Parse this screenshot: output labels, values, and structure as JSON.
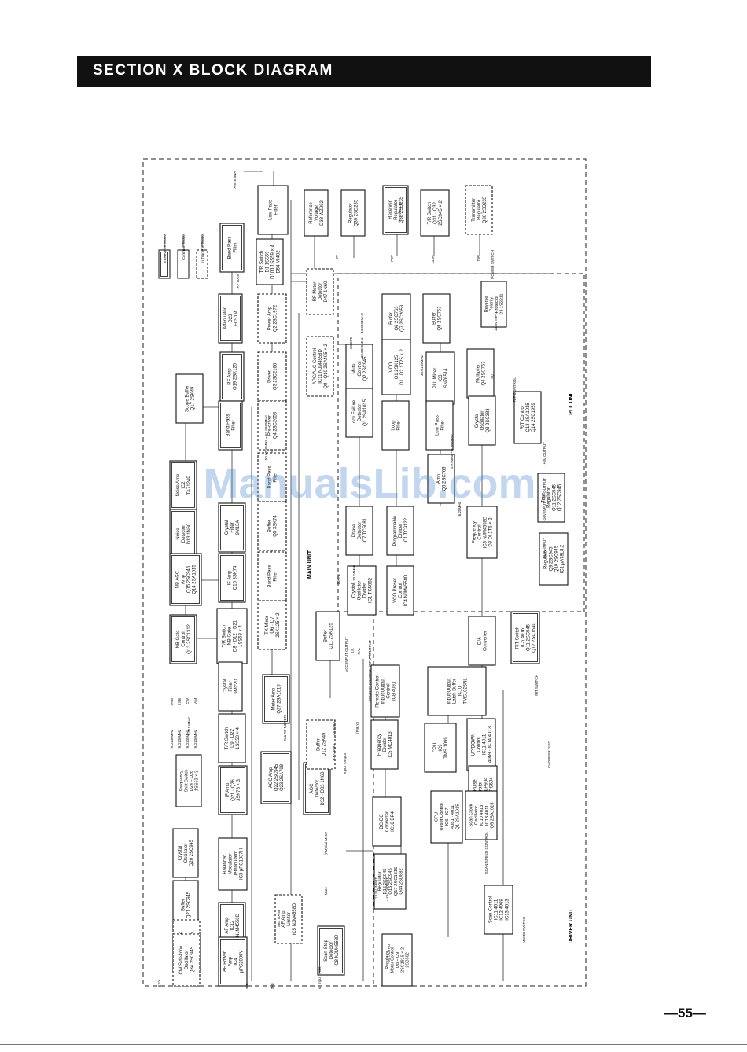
{
  "header": {
    "title": "SECTION  X  BLOCK DIAGRAM"
  },
  "page_number": "—55—",
  "watermark": "ManualsLib.com",
  "legend": [
    {
      "label": "In Receive Mode",
      "style": "double"
    },
    {
      "label": "Common Mode",
      "style": "solid"
    },
    {
      "label": "In Transmit Mode",
      "style": "dashed"
    }
  ],
  "sections": [
    "MAIN UNIT",
    "PLL UNIT",
    "DRIVER UNIT"
  ],
  "blocks": [
    {
      "lines": [
        "Low Pass",
        "Filter"
      ],
      "style": "solid"
    },
    {
      "lines": [
        "Reference",
        "Voltage",
        "D38 WZ092"
      ],
      "style": "solid"
    },
    {
      "lines": [
        "Regulator",
        "Q39 2SD235"
      ],
      "style": "solid"
    },
    {
      "lines": [
        "Receiver",
        "Regulator",
        "Q38 2SD235"
      ],
      "style": "double"
    },
    {
      "lines": [
        "T/R Switch",
        "Q31 · Q32",
        "2SC945 × 2"
      ],
      "style": "solid"
    },
    {
      "lines": [
        "Transmitter",
        "Regulator",
        "Q30 2SD235"
      ],
      "style": "dashed"
    },
    {
      "lines": [
        "Reverse",
        "Polarity",
        "Protector",
        "D3 1S2211"
      ],
      "style": "solid"
    },
    {
      "lines": [
        "Band Pass",
        "Filter"
      ],
      "style": "double"
    },
    {
      "lines": [
        "T/R Switch",
        "D1 1SS59",
        "D100 1SS59 × 4",
        "D54 MI402"
      ],
      "style": "solid"
    },
    {
      "lines": [
        "RF Meter",
        "Detector",
        "D47 1N60"
      ],
      "style": "dashed"
    },
    {
      "lines": [
        "Attenuator",
        "D23",
        "FC51M"
      ],
      "style": "double"
    },
    {
      "lines": [
        "Power Amp",
        "Q2 2SC1972"
      ],
      "style": "dashed"
    },
    {
      "lines": [
        "APC/ALC Control",
        "IC11 NJM4558D",
        "Q8 · Q10 2SA495 × 2"
      ],
      "style": "dashed"
    },
    {
      "lines": [
        "RF Amp",
        "Q19 2SK125"
      ],
      "style": "double"
    },
    {
      "lines": [
        "Driver",
        "Q3 2SC2166"
      ],
      "style": "dashed"
    },
    {
      "lines": [
        "Scope Buffer",
        "Q17 2SK49"
      ],
      "style": "solid"
    },
    {
      "lines": [
        "Band Pass",
        "Filter"
      ],
      "style": "double"
    },
    {
      "lines": [
        "Pre-driver",
        "Q4 2SC2053"
      ],
      "style": "dashed"
    },
    {
      "lines": [
        "Noise Amp",
        "IC2",
        "TA7124P"
      ],
      "style": "double"
    },
    {
      "lines": [
        "Noise",
        "Detector",
        "D13 1N60"
      ],
      "style": "double"
    },
    {
      "lines": [
        "NB AGC",
        "Amp",
        "Q15 2SC945",
        "Q14 2SA1015"
      ],
      "style": "double"
    },
    {
      "lines": [
        "NB Gate",
        "Control",
        "Q13 2SC1312"
      ],
      "style": "double"
    },
    {
      "lines": [
        "Crystal",
        "Filter",
        "9M15A"
      ],
      "style": "double"
    },
    {
      "lines": [
        "IF Amp",
        "Q16 3SK74"
      ],
      "style": "double"
    },
    {
      "lines": [
        "T/R Switch",
        "NB Gate",
        "D8 · D12 · D21",
        "1SS53 × 4"
      ],
      "style": "solid"
    },
    {
      "lines": [
        "Band Pass",
        "Filter"
      ],
      "style": "dashed"
    },
    {
      "lines": [
        "Buffer",
        "Q5 3SK74"
      ],
      "style": "dashed"
    },
    {
      "lines": [
        "Band Pass",
        "Filter"
      ],
      "style": "dashed"
    },
    {
      "lines": [
        "TX Mixer",
        "Q6 · Q7",
        "2SK125 × 2"
      ],
      "style": "dashed"
    },
    {
      "lines": [
        "Crystal",
        "Filter",
        "9M22D"
      ],
      "style": "solid"
    },
    {
      "lines": [
        "T/R Switch",
        "D9 · D22",
        "1SS53 × 4"
      ],
      "style": "solid"
    },
    {
      "lines": [
        "Meter Amp",
        "Q27 2SA1015"
      ],
      "style": "double"
    },
    {
      "lines": [
        "Frequency",
        "Shift Switch",
        "D24 – D26",
        "1SS53 × 3"
      ],
      "style": "solid"
    },
    {
      "lines": [
        "IF Amp",
        "Q21 · Q26",
        "3SK78 × 3"
      ],
      "style": "double"
    },
    {
      "lines": [
        "AGC Amp",
        "Q22 2SC945",
        "Q23 2SA798"
      ],
      "style": "double"
    },
    {
      "lines": [
        "AGC",
        "Detector",
        "D32 · D33 1N60"
      ],
      "style": "double"
    },
    {
      "lines": [
        "Buffer",
        "Q12 2SK49"
      ],
      "style": "dashed"
    },
    {
      "lines": [
        "Crystal",
        "Oscillator",
        "Q20 2SC945"
      ],
      "style": "solid"
    },
    {
      "lines": [
        "Buffer",
        "Q21 2SC945"
      ],
      "style": "solid"
    },
    {
      "lines": [
        "Balanced",
        "Modulator",
        "Demodulator",
        "IC3 µPC1037H"
      ],
      "style": "solid"
    },
    {
      "lines": [
        "CW Side-tone",
        "Switch",
        "Q35 2SC945"
      ],
      "style": "dashed"
    },
    {
      "lines": [
        "AF Amp",
        "IC12",
        "NJM4558D"
      ],
      "style": "double"
    },
    {
      "lines": [
        "AF Amp",
        "Limiter",
        "IC5 NJM4558D"
      ],
      "style": "dashed"
    },
    {
      "lines": [
        "CW Side-tone",
        "Oscillator",
        "Q34 2SC945"
      ],
      "style": "dashed"
    },
    {
      "lines": [
        "AF Power",
        "Amp",
        "IC4",
        "µPC2000V"
      ],
      "style": "double"
    },
    {
      "lines": [
        "Scan-Stop",
        "Detector",
        "IC8 NJM4558D"
      ],
      "style": "double"
    },
    {
      "lines": [
        "Buffer",
        "Q11 2SK125"
      ],
      "style": "solid"
    },
    {
      "lines": [
        "Mute",
        "Control",
        "Q2 2SC945"
      ],
      "style": "solid"
    },
    {
      "lines": [
        "Buffer",
        "Q6 2SC763",
        "Q7 2SC2053"
      ],
      "style": "solid"
    },
    {
      "lines": [
        "Buffer",
        "Q8 2SC763"
      ],
      "style": "solid"
    },
    {
      "lines": [
        "VCO",
        "Q1 2SK125",
        "D1 · D2 1T25 × 2"
      ],
      "style": "solid"
    },
    {
      "lines": [
        "PLL Mixer",
        "IC3",
        "SN76514"
      ],
      "style": "solid"
    },
    {
      "lines": [
        "Multiplier",
        "Q4 2SC763"
      ],
      "style": "solid"
    },
    {
      "lines": [
        "Lock Failure",
        "Detector",
        "Q1 2SA1015"
      ],
      "style": "solid"
    },
    {
      "lines": [
        "Loop",
        "Filter"
      ],
      "style": "solid"
    },
    {
      "lines": [
        "Low Pass",
        "Filter"
      ],
      "style": "solid"
    },
    {
      "lines": [
        "Crystal",
        "Oscillator",
        "Q3 2SC383"
      ],
      "style": "solid"
    },
    {
      "lines": [
        "RIT Control",
        "Q13 2SA1015",
        "Q14 2SC1959"
      ],
      "style": "solid"
    },
    {
      "lines": [
        "Amp",
        "Q5 2SC763"
      ],
      "style": "solid"
    },
    {
      "lines": [
        "Tone",
        "Regulator",
        "Q11 2SC945",
        "Q12 2SC945"
      ],
      "style": "solid"
    },
    {
      "lines": [
        "Phase",
        "Detector",
        "IC7 TC5081"
      ],
      "style": "solid"
    },
    {
      "lines": [
        "Programmable",
        "Divider",
        "IC1 TC9122"
      ],
      "style": "solid"
    },
    {
      "lines": [
        "Frequency",
        "Control",
        "IC8 NJM4558D",
        "D3 DI 1T6 × 2"
      ],
      "style": "solid"
    },
    {
      "lines": [
        "Regulator",
        "Q9 2SC945",
        "Q10 2SC945",
        "IC1 µA78L8.2"
      ],
      "style": "solid"
    },
    {
      "lines": [
        "Crystal",
        "Oscillator",
        "Divider",
        "IC1 TC5082"
      ],
      "style": "solid"
    },
    {
      "lines": [
        "VCO Preset",
        "Control",
        "IC4 NJM4558D"
      ],
      "style": "solid"
    },
    {
      "lines": [
        "RIT Switch",
        "IC5 4016",
        "Q11 2SC945",
        "Q12 2SC1540"
      ],
      "style": "double"
    },
    {
      "lines": [
        "D/A",
        "Converter"
      ],
      "style": "solid"
    },
    {
      "lines": [
        "Remote Control",
        "Input/Output",
        "Control",
        "IC8 4081"
      ],
      "style": "solid"
    },
    {
      "lines": [
        "Input/Output",
        "Latch Buffer",
        "IC10",
        "TMS1025NL"
      ],
      "style": "solid"
    },
    {
      "lines": [
        "Frequency",
        "Divider",
        "IC5 MC4013"
      ],
      "style": "solid"
    },
    {
      "lines": [
        "CPU",
        "IC9",
        "TMS 1099"
      ],
      "style": "solid"
    },
    {
      "lines": [
        "UP/DOWN",
        "Control",
        "IC11 4011",
        "4069 · IC14 4013"
      ],
      "style": "solid"
    },
    {
      "lines": [
        "Clock Pulse",
        "Generator",
        "D100 TLP904",
        "D102 LPS604"
      ],
      "style": "solid"
    },
    {
      "lines": [
        "DC-DC",
        "Converter",
        "IC16 DP4"
      ],
      "style": "solid"
    },
    {
      "lines": [
        "CPU",
        "Reset Control",
        "IC6 · IC7",
        "4081 · 4011",
        "Q1 2SA1015"
      ],
      "style": "solid"
    },
    {
      "lines": [
        "Scan Clock",
        "Oscillator",
        "IC10 4013",
        "IC13 4011",
        "Q5 2SA1015"
      ],
      "style": "solid"
    },
    {
      "lines": [
        "Regulator",
        "D15 2SC945",
        "Q16 2SC945",
        "Q17 2SC1815",
        "Q44 2SD882"
      ],
      "style": "solid"
    },
    {
      "lines": [
        "Scan Control",
        "IC11 4011",
        "IC12 4069",
        "IC13 4013"
      ],
      "style": "solid"
    },
    {
      "lines": [
        "Regulator",
        "Motor Control",
        "Q8 – Q9",
        "2SC1815 × 2",
        "2SB562"
      ],
      "style": "solid"
    }
  ],
  "labels": [
    "ANTENNA",
    "SCOPE",
    "POWER SWITCH",
    "13.8V INPUT",
    "9V",
    "P9V",
    "13.8V",
    "T9V",
    "T/R SWITCH",
    "AF GAIN",
    "50.0000MHz ~ 53.9999MHz",
    "40.0895MHz ~ 44.0894MHz",
    "36.0189MHz",
    "4.97MHz ~ 8.968MHz",
    "6.25MHz",
    "10.24MHz",
    "10KHz",
    "9V",
    "RIT CONTROL",
    "+8V OUTPUT",
    "+9V OUTPUT",
    "-10V INPUT",
    "13.8V INPUT",
    "9.0115MHz",
    "USB",
    "LSB",
    "CW",
    "AM",
    "9.0130MHz",
    "9.0100MHz",
    "9.0105MHz",
    "9.0100MHz",
    "S & RF METER",
    "REMOTE CONTROL INPUT/OUTPUT",
    "ACC INPUT OUTPUT",
    "I.F.",
    "R.V.",
    "TX Input",
    "RX Output",
    "Output",
    "Input",
    "(P.B.Y.)",
    "Dial Meter",
    "(FM)",
    "Mute",
    "RIT SWITCH",
    "CHOPPER DISC",
    "SCAN SPEED CONTROL",
    "MEMO SWITCH",
    "KEY",
    "SPEAKER",
    "MICROPHONE",
    "MIC GAIN",
    "13.8V INPUT",
    "-10V OUTPUT",
    "Output Input (VOX)",
    "9V OUTPUT"
  ]
}
